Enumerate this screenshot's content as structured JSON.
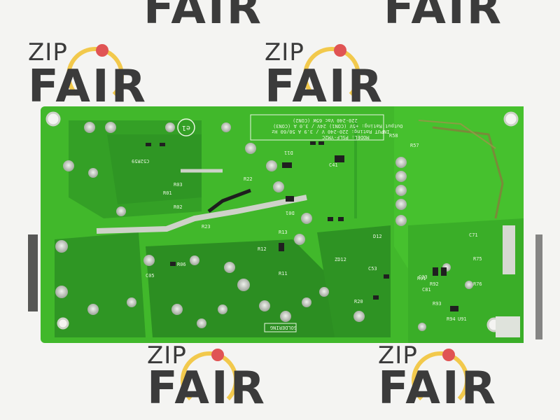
{
  "watermarks": [
    {
      "zip": "",
      "fair": "FAIR"
    },
    {
      "zip": "ZIP",
      "fair": "FAIR"
    },
    {
      "zip": "ZIP",
      "fair": "FAIR"
    },
    {
      "zip": "ZIP",
      "fair": "FAIR"
    },
    {
      "zip": "ZIP",
      "fair": "FAIR"
    }
  ],
  "board": {
    "model_text": "MODEL: PSLF-YM2C",
    "input_rating": "INPUT Rating: 220-240 V / 3.9 A 50/60 Hz",
    "output_rating": "Output Rating: +5V (CON1) 24V / 3.0 A (CON3)",
    "rating2": "220-240 Vac 65W (CON2)",
    "solder_label": "SOLDERING",
    "cert_mark": "e1",
    "refdes": [
      "C52R59",
      "R13",
      "R12",
      "D11",
      "D01",
      "R11",
      "ZD12",
      "C53",
      "R20",
      "D12",
      "R58",
      "R57",
      "C33",
      "C81",
      "R91",
      "R92",
      "R93",
      "U91",
      "R94",
      "C05",
      "R01",
      "R02",
      "R03",
      "R06",
      "R22",
      "R23",
      "C71",
      "R75",
      "R76",
      "C41"
    ],
    "colors": {
      "board": "#3fb52a",
      "mask_dark": "#2c8e22",
      "pad": "#c9cfc6",
      "silkscreen": "#e8f5e0"
    }
  }
}
